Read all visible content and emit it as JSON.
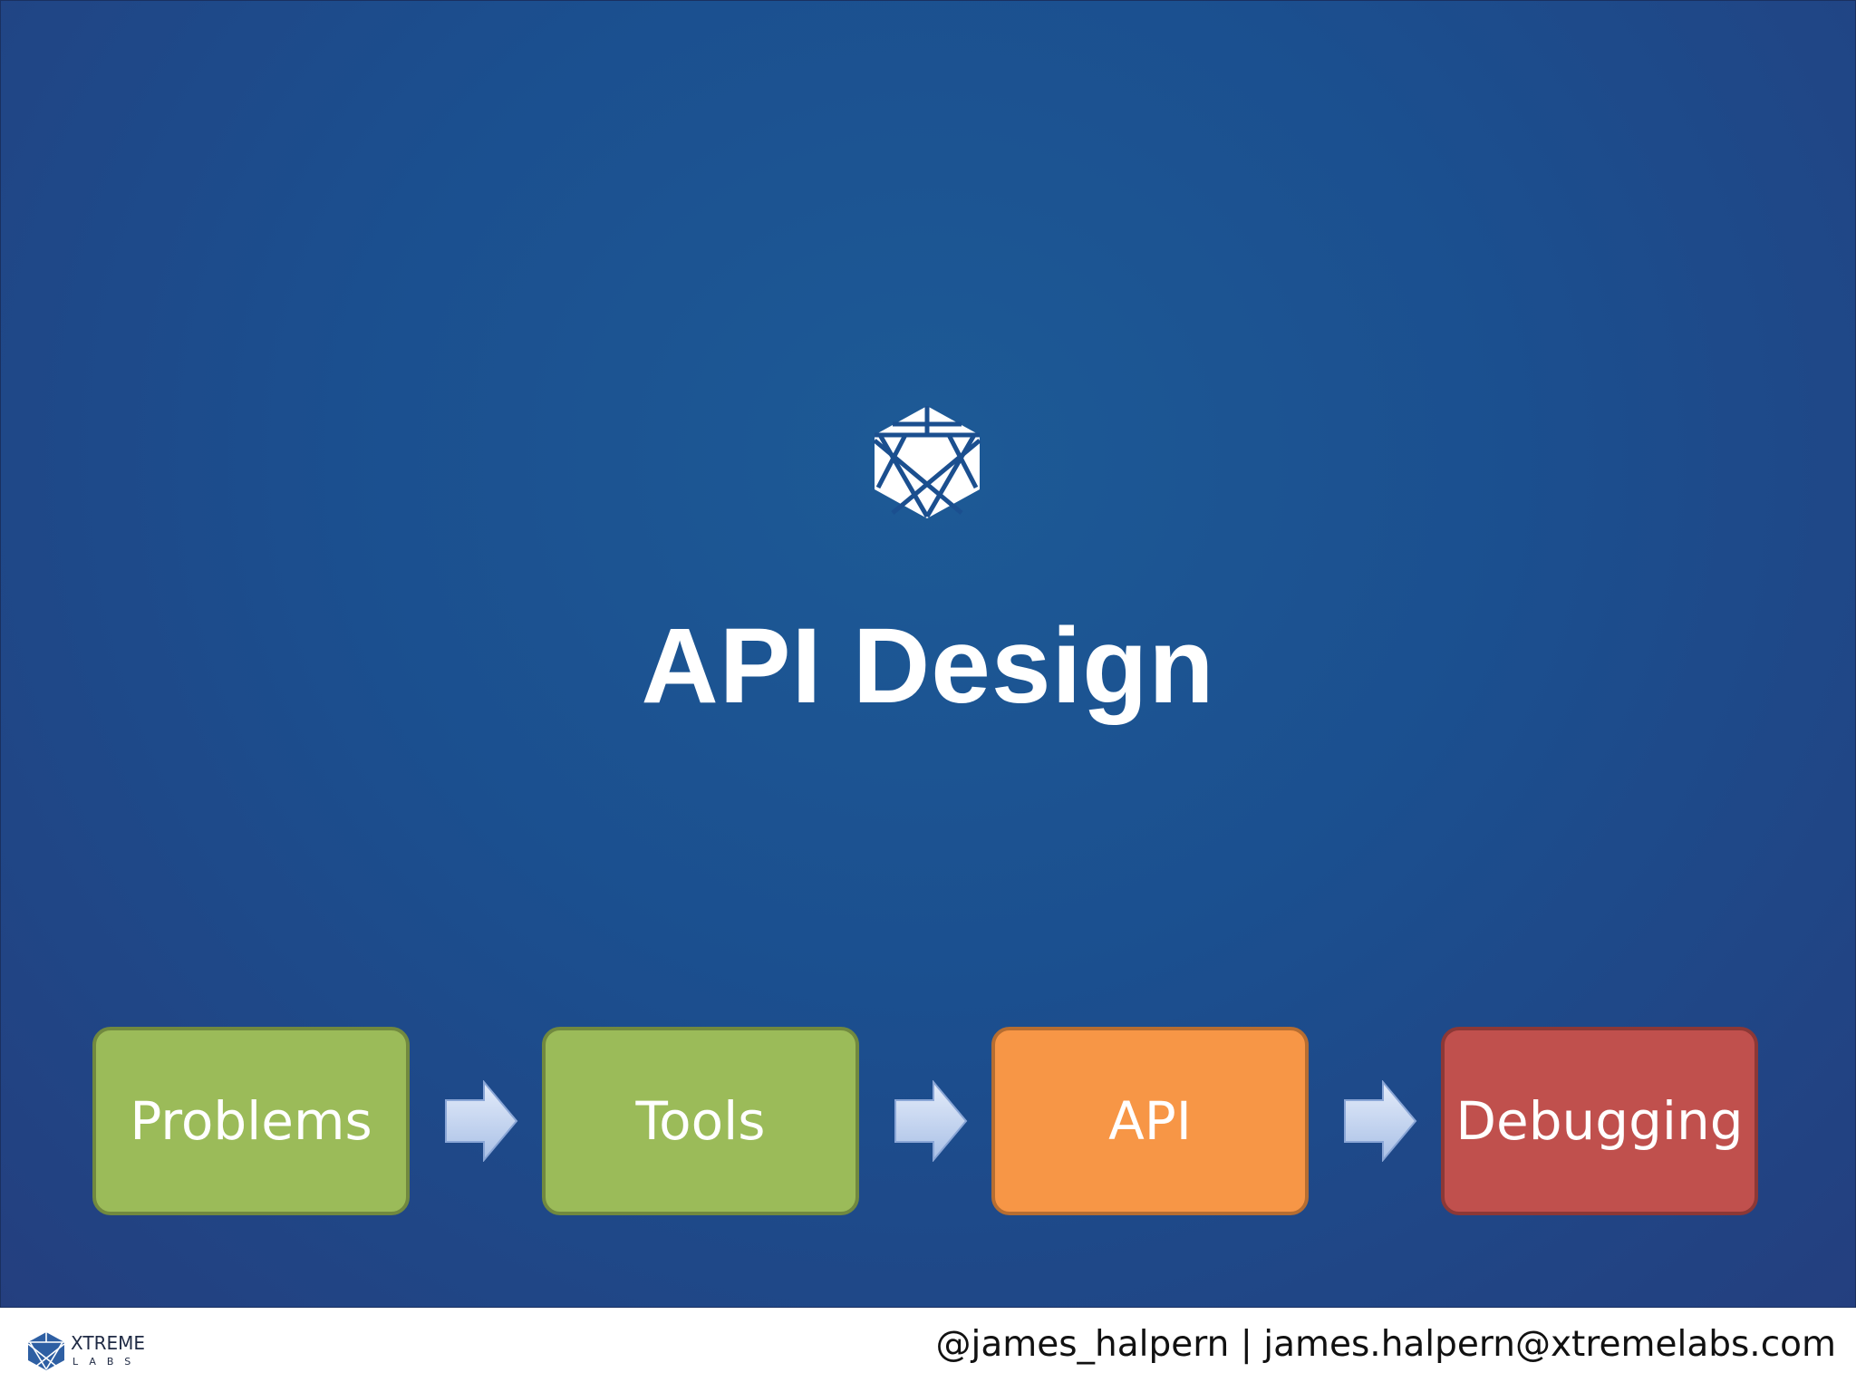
{
  "slide": {
    "title": "API Design",
    "emblem_icon": "xtreme-labs-emblem-icon",
    "flow": [
      {
        "label": "Problems",
        "color": "#9bbb59"
      },
      {
        "label": "Tools",
        "color": "#9bbb59"
      },
      {
        "label": "API",
        "color": "#f79646"
      },
      {
        "label": "Debugging",
        "color": "#c0504d"
      }
    ],
    "arrow_icon": "right-arrow-icon",
    "colors": {
      "background": "#1b4f8f",
      "arrow_fill": "#c8d8f2"
    }
  },
  "footer": {
    "logo_icon": "xtreme-labs-logo-icon",
    "logo_word": "XTREME",
    "logo_sub": "LABS",
    "contact": "@james_halpern | james.halpern@xtremelabs.com"
  }
}
